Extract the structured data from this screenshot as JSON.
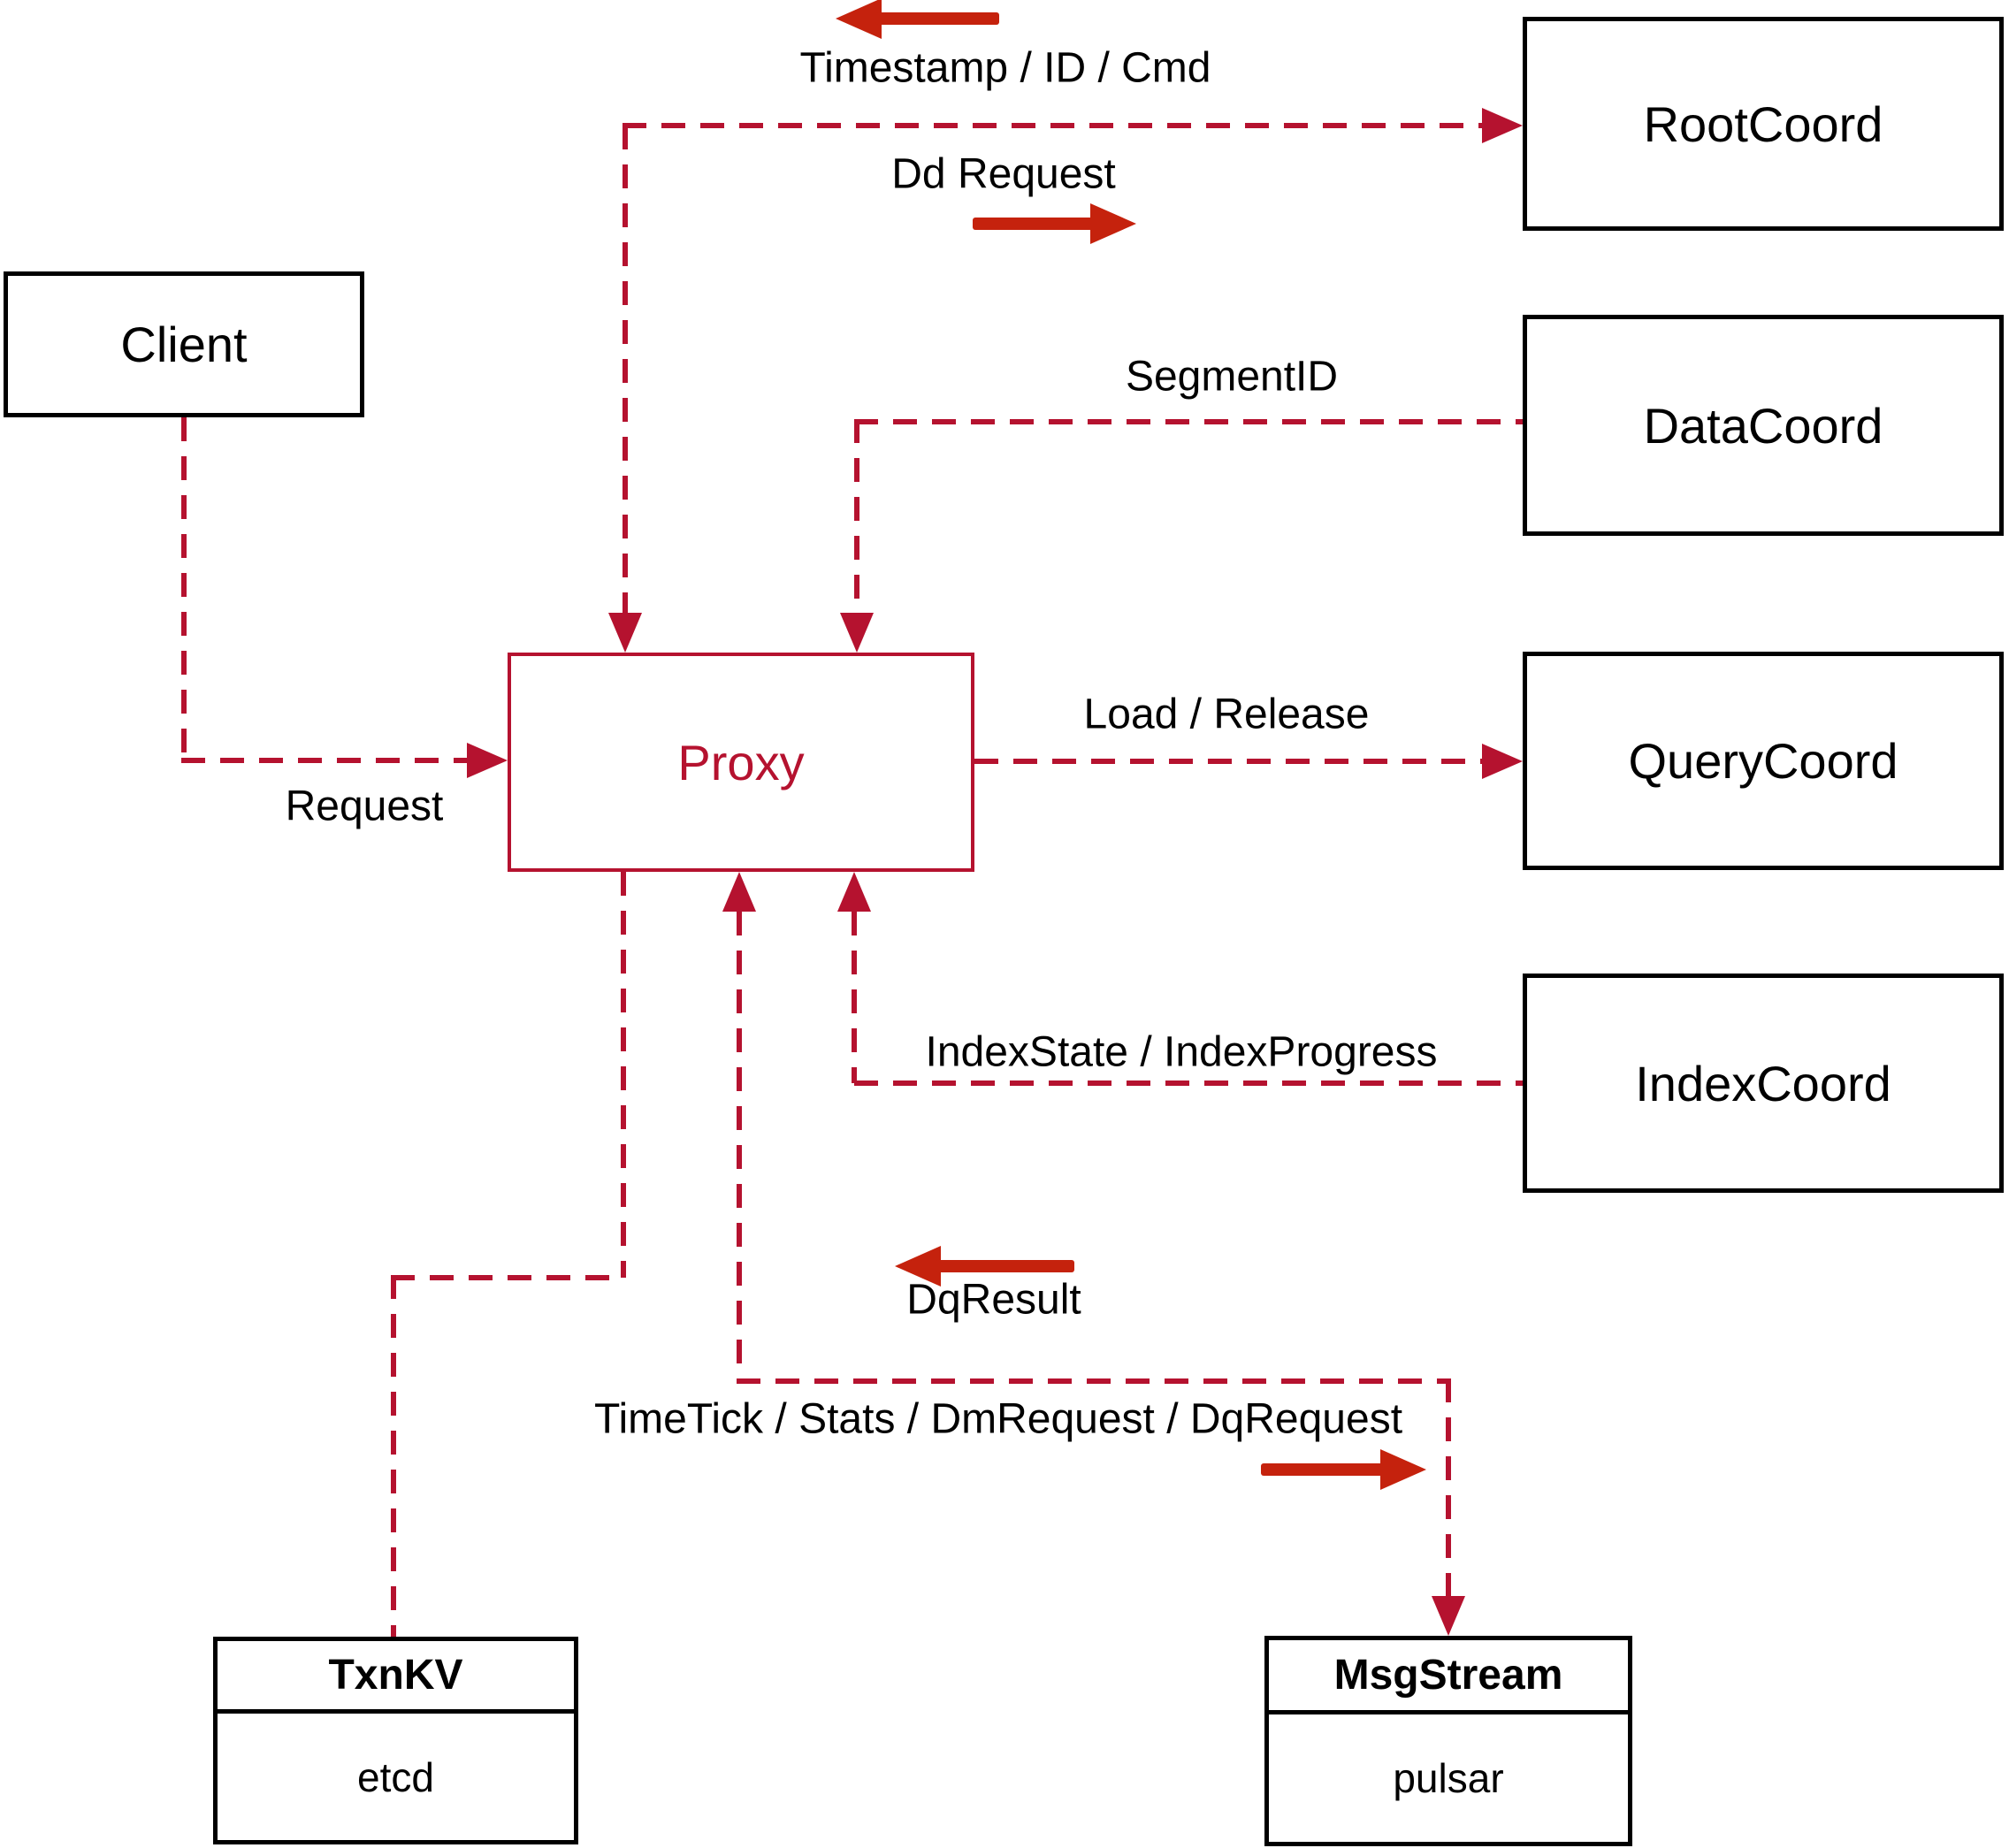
{
  "diagram": {
    "nodes": {
      "client": {
        "label": "Client"
      },
      "rootcoord": {
        "label": "RootCoord"
      },
      "datacoord": {
        "label": "DataCoord"
      },
      "querycoord": {
        "label": "QueryCoord"
      },
      "indexcoord": {
        "label": "IndexCoord"
      },
      "proxy": {
        "label": "Proxy"
      },
      "txnkv": {
        "title": "TxnKV",
        "impl": "etcd"
      },
      "msgstream": {
        "title": "MsgStream",
        "impl": "pulsar"
      }
    },
    "edge_labels": {
      "request": "Request",
      "timestamp_id_cmd": "Timestamp / ID / Cmd",
      "dd_request": "Dd Request",
      "segment_id": "SegmentID",
      "load_release": "Load / Release",
      "index_state_progress": "IndexState / IndexProgress",
      "dq_result": "DqResult",
      "timetick_stats": "TimeTick / Stats / DmRequest / DqRequest"
    },
    "colors": {
      "dashed_line": "#b5122f",
      "solid_arrow": "#c5220d",
      "node_border": "#000000",
      "text": "#000000",
      "background": "#ffffff"
    }
  }
}
